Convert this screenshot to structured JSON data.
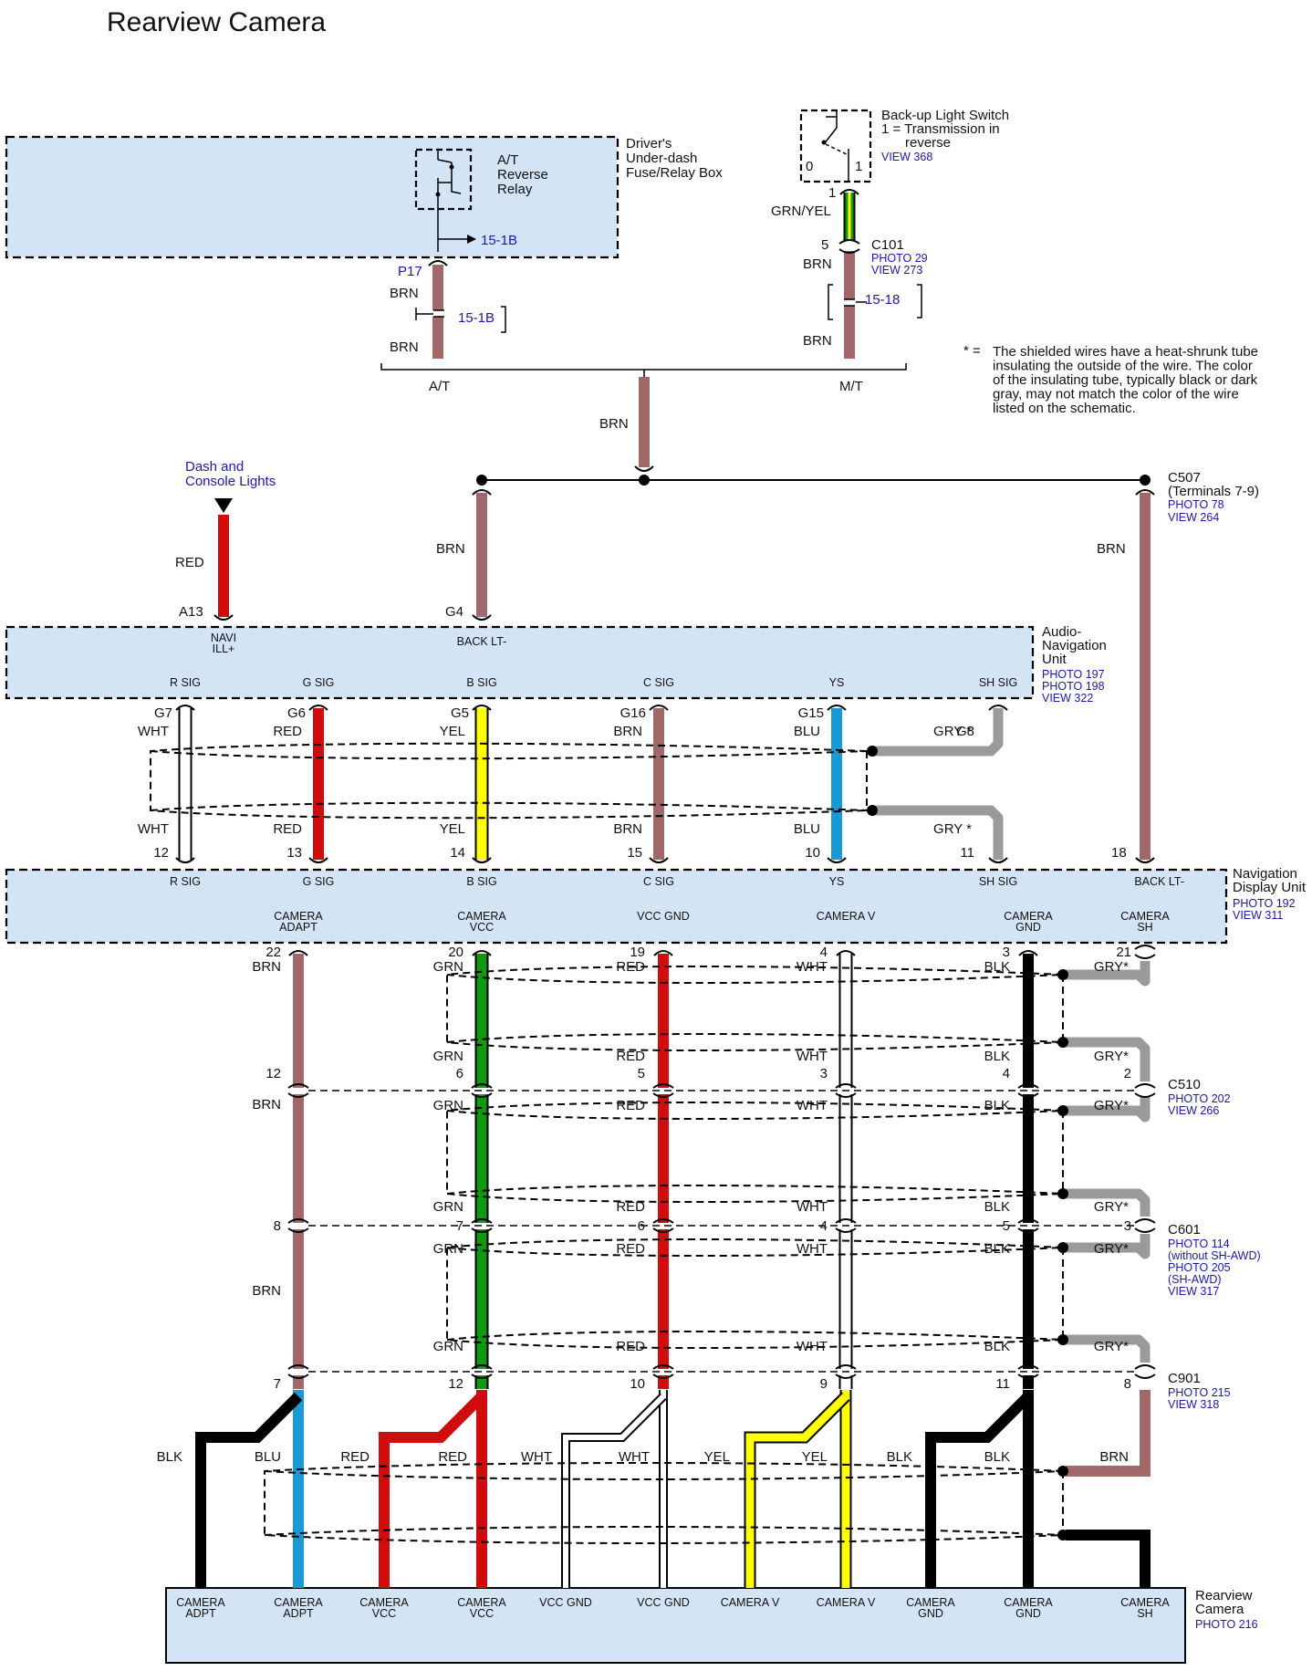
{
  "title": "Rearview Camera",
  "colors": {
    "BRN": "#a06868",
    "RED": "#d10c0c",
    "GRN": "#119911",
    "WHT": "#ffffff",
    "BLK": "#000000",
    "YEL": "#ffff00",
    "BLU": "#1a9ad4",
    "GRY": "#9a9a9a",
    "box_fill": "#d3e4f5",
    "link": "#1a1aa8"
  },
  "fuse_box": {
    "name": "Driver's\nUnder-dash\nFuse/Relay Box",
    "relay": "A/T\nReverse\nRelay",
    "link": "15-1B",
    "connector": "P17"
  },
  "backup_switch": {
    "name": "Back-up Light Switch",
    "note1": "1 = Transmission in",
    "note2": "reverse",
    "view": "VIEW 368",
    "pos0": "0",
    "pos1": "1"
  },
  "at_branch": {
    "wire_top": "BRN",
    "link": "15-1B",
    "wire_bottom": "BRN",
    "label": "A/T"
  },
  "mt_branch": {
    "pin_top": "1",
    "wire_top": "GRN/YEL",
    "pin_c101": "5",
    "connector": "C101",
    "photo": "PHOTO 29",
    "view": "VIEW 273",
    "wire_mid": "BRN",
    "link": "15-18",
    "wire_bottom": "BRN",
    "label": "M/T"
  },
  "main_brn": "BRN",
  "note": {
    "mark": "* =",
    "lines": [
      "The shielded wires have a heat-shrunk tube",
      "insulating the outside of the wire. The color",
      "of the insulating tube, typically black or dark",
      "gray, may not match the color of the wire",
      "listed on the schematic."
    ]
  },
  "dash_lights": {
    "line1": "Dash and",
    "line2": "Console Lights",
    "wire": "RED",
    "pin": "A13"
  },
  "back_lt_branch": {
    "wire": "BRN",
    "pin": "G4"
  },
  "c507": {
    "name": "C507",
    "terminals": "(Terminals 7-9)",
    "photo": "PHOTO 78",
    "view": "VIEW 264",
    "wire": "BRN",
    "pin": "18"
  },
  "audio_nav": {
    "name": "Audio-\nNavigation\nUnit",
    "photos": [
      "PHOTO 197",
      "PHOTO 198",
      "VIEW 322"
    ],
    "navi_ill_1": "NAVI",
    "navi_ill_2": "ILL+",
    "back_lt": "BACK LT-",
    "signals": [
      {
        "name": "R SIG",
        "pin_top": "G7",
        "color": "WHT",
        "pin_bottom": "12"
      },
      {
        "name": "G SIG",
        "pin_top": "G6",
        "color": "RED",
        "pin_bottom": "13"
      },
      {
        "name": "B SIG",
        "pin_top": "G5",
        "color": "YEL",
        "pin_bottom": "14"
      },
      {
        "name": "C SIG",
        "pin_top": "G16",
        "color": "BRN",
        "pin_bottom": "15"
      },
      {
        "name": "YS",
        "pin_top": "G15",
        "color": "BLU",
        "pin_bottom": "10"
      },
      {
        "name": "SH SIG",
        "pin_top": "G8",
        "color": "GRY *",
        "pin_bottom": "11"
      }
    ]
  },
  "nav_display": {
    "name": "Navigation\nDisplay Unit",
    "photo": "PHOTO 192",
    "view": "VIEW 311",
    "top_labels": [
      "R SIG",
      "G SIG",
      "B SIG",
      "C SIG",
      "YS",
      "SH SIG",
      "BACK LT-"
    ],
    "bottom_labels": [
      {
        "l1": "CAMERA",
        "l2": "ADAPT"
      },
      {
        "l1": "CAMERA",
        "l2": "VCC"
      },
      {
        "l1": "VCC GND",
        "l2": ""
      },
      {
        "l1": "CAMERA V",
        "l2": ""
      },
      {
        "l1": "CAMERA",
        "l2": "GND"
      },
      {
        "l1": "CAMERA",
        "l2": "SH"
      }
    ]
  },
  "camera_wires": [
    {
      "colors": [
        "BRN",
        "BRN",
        "BRN",
        "BRN"
      ],
      "pins": [
        "22",
        "12",
        "8",
        "7"
      ]
    },
    {
      "colors": [
        "GRN",
        "GRN",
        "GRN",
        "GRN",
        "GRN",
        "GRN"
      ],
      "pins": [
        "20",
        "6",
        "7",
        "12"
      ]
    },
    {
      "colors": [
        "RED",
        "RED",
        "RED",
        "RED",
        "RED",
        "RED"
      ],
      "pins": [
        "19",
        "5",
        "6",
        "10"
      ]
    },
    {
      "colors": [
        "WHT",
        "WHT",
        "WHT",
        "WHT",
        "WHT",
        "WHT"
      ],
      "pins": [
        "4",
        "3",
        "4",
        "9"
      ]
    },
    {
      "colors": [
        "BLK",
        "BLK",
        "BLK",
        "BLK",
        "BLK",
        "BLK"
      ],
      "pins": [
        "3",
        "4",
        "5",
        "11"
      ]
    },
    {
      "colors": [
        "GRY*",
        "GRY*",
        "GRY*",
        "GRY*",
        "GRY*",
        "GRY*"
      ],
      "pins": [
        "21",
        "2",
        "3",
        "8"
      ]
    }
  ],
  "c510": {
    "name": "C510",
    "photo": "PHOTO 202",
    "view": "VIEW 266"
  },
  "c601": {
    "name": "C601",
    "refs": [
      "PHOTO 114",
      "(without SH-AWD)",
      "PHOTO 205",
      "(SH-AWD)",
      "VIEW 317"
    ]
  },
  "c901": {
    "name": "C901",
    "photo": "PHOTO 215",
    "view": "VIEW 318"
  },
  "camera_harness": {
    "labels": [
      "BLK",
      "BLU",
      "RED",
      "RED",
      "WHT",
      "WHT",
      "YEL",
      "YEL",
      "BLK",
      "BLK",
      "BRN"
    ]
  },
  "rearview_camera": {
    "name": "Rearview\nCamera",
    "photo": "PHOTO 216",
    "terminals": [
      {
        "l1": "CAMERA",
        "l2": "ADPT"
      },
      {
        "l1": "CAMERA",
        "l2": "ADPT"
      },
      {
        "l1": "CAMERA",
        "l2": "VCC"
      },
      {
        "l1": "CAMERA",
        "l2": "VCC"
      },
      {
        "l1": "VCC GND",
        "l2": ""
      },
      {
        "l1": "VCC GND",
        "l2": ""
      },
      {
        "l1": "CAMERA V",
        "l2": ""
      },
      {
        "l1": "CAMERA V",
        "l2": ""
      },
      {
        "l1": "CAMERA",
        "l2": "GND"
      },
      {
        "l1": "CAMERA",
        "l2": "GND"
      },
      {
        "l1": "CAMERA",
        "l2": "SH"
      }
    ]
  }
}
